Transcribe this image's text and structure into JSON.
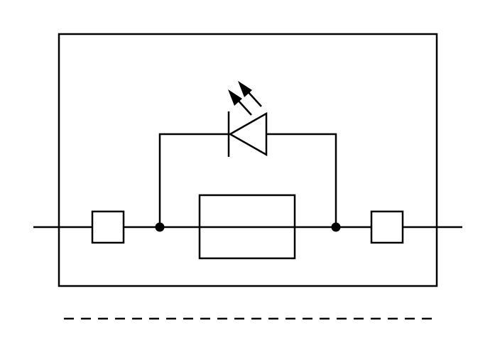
{
  "diagram": {
    "type": "terminal-block-symbol",
    "components": [
      "fuse",
      "led-indicator",
      "terminal",
      "terminal",
      "junction",
      "junction"
    ],
    "colors": {
      "line": "#000000",
      "background": "#ffffff"
    }
  }
}
